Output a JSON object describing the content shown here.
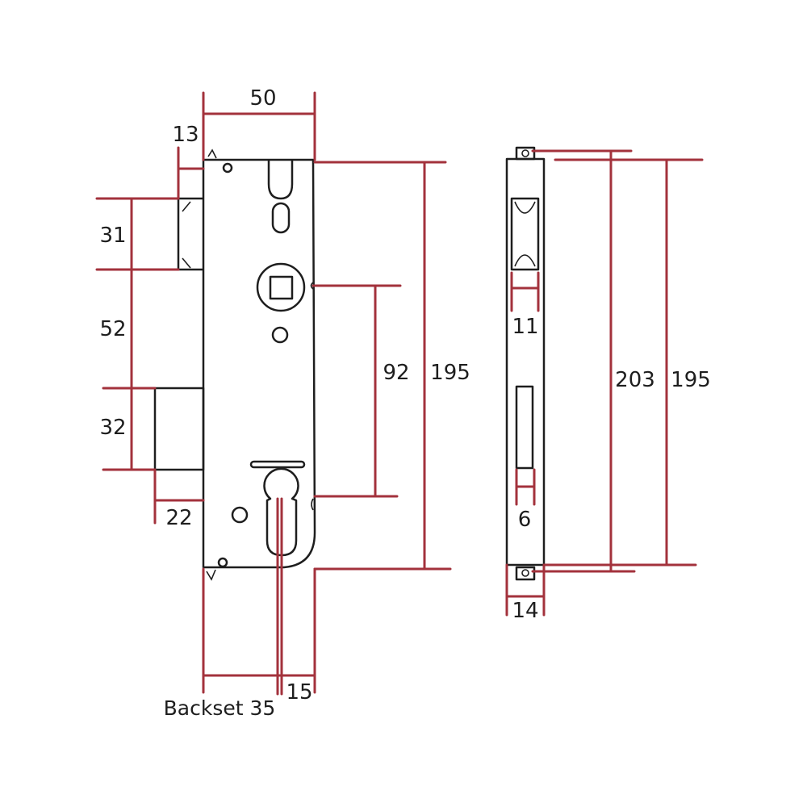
{
  "colors": {
    "dimension_line": "#a3323c",
    "ink": "#1e1e1e",
    "background": "#ffffff"
  },
  "labels": {
    "front_width": "50",
    "latch_offset": "13",
    "latch_height": "31",
    "spindle_gap": "52",
    "deadbolt_height": "32",
    "deadbolt_throw": "22",
    "centre_distance": "92",
    "body_height_front": "195",
    "backset_caption": "Backset 35",
    "cylinder_offset": "15",
    "side_slot_width_top": "11",
    "side_slot_width_bottom": "6",
    "faceplate_height": "203",
    "body_height_side": "195",
    "faceplate_width": "14"
  }
}
